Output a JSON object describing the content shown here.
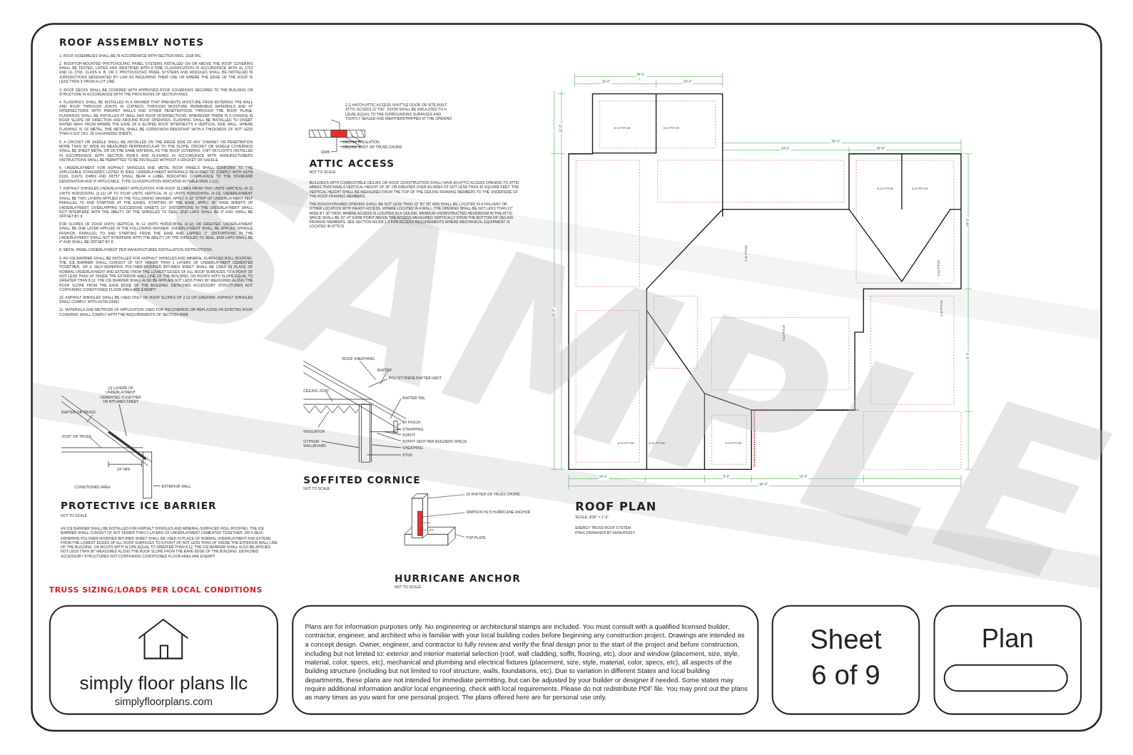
{
  "diagram": {
    "nodes": [
      {
        "text": [
          "simply floor plans llc",
          "simplyfloorplans.com"
        ]
      },
      {
        "text": [
          "Plans are for information purposes only. No engineering or architectural stamps are included. You must consult with a qualified licensed builder, contractor, engineer, and architect who is familiar with your local building codes before beginning any construction project. Drawings are intended as a concept design. Owner, engineer, and contractor to fully review and verify the final design prior to the start of the project and before construction, including but not limited to: exterior and interior material selection (roof, wall cladding, soffit, flooring, etc), door and window (placement, size, style, material, color, specs, etc), mechanical and plumbing and electrical fixtures (placement, size, style, material, color, specs, etc), all aspects of the building structure (including but not limited to roof structure, walls, foundations, etc). Due to variation in different States and local building departments, these plans are not intended for immediate permitting, but can be adjusted by your builder or designer if needed. Some states may require additional information and/or local engineering, check with local requirements. Please do not redistribute PDF file. You may print out the plans as many times as you want for one personal project. The plans offered here are for personal use only."
        ]
      },
      {
        "text": [
          "Sheet 6 of 9"
        ]
      },
      {
        "text": [
          "Plan"
        ]
      }
    ],
    "labels": [
      "ROOF ASSEMBLY NOTES",
      "1. ROOF ASSEMBLIES SHALL BE IN ACCORDANCE WITH SECTION R901, 2018 IRC.",
      "2. ROOFTOP-MOUNTED PHOTOVOLTAIC PANEL SYSTEMS INSTALLED ON OR ABOVE THE ROOF COVERING SHALL BE TESTED, LISTED AND IDENTIFIED WITH A FIRE CLASSIFICATION IN ACCORDANCE WITH UL 1703 AND UL 2703. CLASS A, B, OR C PHOTOVOLTAIC PANEL SYSTEMS AND MODULES SHALL BE INSTALLED IN JURISDICTIONS DESIGNATED BY LAW AS REQUIRING THEIR USE OR WHERE THE EDGE OF THE ROOF IS LESS THAN 3' FROM A LOT LINE.",
      "3. ROOF DECKS SHALL BE COVERED WITH APPROVED ROOF COVERINGS SECURED TO THE BUILDING OR STRUCTURE IN ACCORDANCE WITH THE PROVISIONS OF SECTION R903.",
      "4. FLASHINGS SHALL BE INSTALLED IN A MANNER THAT PREVENTS MOISTURE FROM ENTERING THE WALL AND ROOF THROUGH JOINTS IN COPINGS, THROUGH MOISTURE PERMEABLE MATERIALS AND AT INTERSECTIONS WITH PARAPET WALLS AND OTHER PENETRATIONS THROUGH THE ROOF PLANE. FLASHINGS SHALL BE INSTALLED AT WALL AND ROOF INTERSECTIONS, WHEREVER THERE IS A CHANGE IN ROOF SLOPE OR DIRECTION AND AROUND ROOF OPENINGS. FLASHING SHALL BE INSTALLED TO DIVERT WATER AWAY FROM WHERE THE EAVE OF A SLOPED ROOF INTERSECTS A VERTICAL SIDE WALL. WHERE FLASHING IS OF METAL, THE METAL SHALL BE CORROSION RESISTANT WITH A THICKNESS OF NOT LESS THAN 0.019\" (NO. 26 GALVANIZED SHEET).",
      "5. A CRICKET OR SADDLE SHALL BE INSTALLED ON THE RIDGE SIDE OF ANY CHIMNEY OR PENETRATION MORE THAN 30\" WIDE AS MEASURED PERPENDICULAR TO THE SLOPE. CRICKET OR SADDLE COVERINGS SHALL BE SHEET METAL OR OF THE SAME MATERIAL AS THE ROOF COVERING. UNIT SKYLIGHTS INSTALLED IN ACCORDANCE WITH SECTION R308.6 AND FLASHED IN ACCORDANCE WITH MANUFACTURER'S INSTRUCTIONS SHALL BE PERMITTED TO BE INSTALLED WITHOUT A CRICKET OR SADDLE.",
      "6. UNDERLAYMENT FOR ASPHALT SHINGLES AND METAL ROOF PANELS SHALL CONFORM TO THE APPLICABLE STANDARDS LISTED IN R901. UNDERLAYMENT MATERIALS REQUIRED TO COMPLY WITH ASTM D226, D1970, D4869 AND D6757 SHALL BEAR A LABEL INDICATING COMPLIANCE TO THE STANDARD DESIGNATION AND IF APPLICABLE, TYPE CLASSIFICATION INDICATED IN TABLE R905.1.1(1).",
      "7. ASPHALT SHINGLES UNDERLAYMENT APPLICATION: FOR ROOF SLOPES FROM TWO UNITS VERTICAL IN 12 UNITS HORIZONTAL (2:12) UP TO FOUR UNITS VERTICAL IN 12 UNITS HORIZONTAL (4:12), UNDERLAYMENT SHALL BE TWO LAYERS APPLIED IN THE FOLLOWING MANNER: APPLY A 19\" STRIP OF UNDERLAYMENT FELT PARALLEL TO AND STARTING AT THE EAVES. STARTING AT THE EAVE, APPLY 36\" WIDE SHEETS OF UNDERLAYMENT, OVERLAPPING SUCCESSIVE SHEETS 19\". DISTORTIONS IN THE UNDERLAYMENT SHALL NOT INTERFERE WITH THE ABILITY OF THE SHINGLES TO SEAL. END LAPS SHALL BE 4\" AND SHALL BE OFFSET BY 6'.",
      "FOR SLOPES OF FOUR UNITS VERTICAL IN 12 UNITS HORIZONTAL (4:12) OR GREATER, UNDERLAYMENT SHALL BE ONE LAYER APPLIED IN THE FOLLOWING MANNER. UNDERLAYMENT SHALL BE APPLIED SHINGLE FASHION, PARALLEL TO AND STARTING FROM THE EAVE AND LAPPED 2\". DISTORTIONS IN THE UNDERLAYMENT SHALL NOT INTERFERE WITH THE ABILITY OF THE SHINGLES TO SEAL. END LAPS SHALL BE 4\" AND SHALL BE OFFSET BY 6'.",
      "8. METAL PANEL UNDERLAYMENT PER MANUFACTURES INSTALLATION INSTRUCTIONS.",
      "9. AN ICE BARRIER SHALL BE INSTALLED FOR ASPHALT SHINGLES AND MINERAL-SURFACED ROLL ROOFING. THE ICE BARRIER SHALL CONSIST OF NOT FEWER THAN 2 LAYERS OF UNDERLAYMENT CEMENTED TOGETHER, OR A SELF-ADHERING POLYMER-MODIFIED BITUMEN SHEET SHALL BE USED IN PLACE OF NORMAL UNDERLAYMENT AND EXTEND FROM THE LOWEST EDGES OF ALL ROOF SURFACES TO A POINT OF NOT LESS THAN 24\" INSIDE THE EXTERIOR WALL LINE OF THE BUILDING. ON ROOFS WITH SLOPE EQUAL TO GREATER THAN 8:12, THE ICE BARRIER SHALL ALSO BE APPLIED NOT LESS THAN 36\" MEASURED ALONG THE ROOF SLOPE FROM THE EAVE EDGE OF THE BUILDING. DETACHED ACCESSORY STRUCTURES NOT CONTAINING CONDITIONED FLOOR AREA ARE EXEMPT.",
      "10. ASPHALT SHINGLES SHALL BE USED ONLY ON ROOF SLOPES OF 2:12 OR GREATER. ASPHALT SHINGLES SHALL COMPLY WITH ASTM D3462.",
      "11. MATERIALS AND METHODS OF APPLICATION USED FOR RECOVERING OR REPLACING AN EXISTING ROOF COVERING SHALL COMPLY WITH THE REQUIREMENTS OF SECTION R908.",
      "2'-2 HATCH ATTIC ACCESS SHUTTLE DOOR OR SITE BUILT ATTIC ACCESS 22\"X30\". DOOR SHALL BE INSULATED TO A LEVEL EQUAL TO THE SURROUNDING SURFACES AND TIGHTLY SEALED AND WEATHERSTRIPPED AT THE OPENING",
      "CEILING INSULATION",
      "CEILING JOIST OR TRUSS CHORD",
      "GWB",
      "ATTIC ACCESS",
      "NOT TO SCALE",
      "BUILDINGS WITH COMBUSTIBLE CEILING OR ROOF CONSTRUCTION SHALL HAVE AN ATTIC ACCESS OPENING TO ATTIC AREAS THAT HAVE A VERTICAL HEIGHT OF 30\" OR GREATER OVER AN AREA OF NOT LESS THAN 30 SQUARE FEET. THE VERTICAL HEIGHT SHALL BE MEASURED FROM THE TOP OF THE CEILING FRAMING MEMBERS TO THE UNDERSIDE OF THE ROOF FRAMING MEMBERS.",
      "THE ROUGH-FRAMED OPENING SHALL BE NOT LESS THAN 22\" BY 30\" AND SHALL BE LOCATED IN A HALLWAY OR OTHER LOCATION WITH READY ACCESS. WHERE LOCATED IN A WALL, THE OPENING SHALL BE NOT LESS THAN 22\" WIDE BY 30\" HIGH. WHERE ACCESS IS LOCATED IN A CEILING, MINIMUM UNOBSTRUCTED HEADROOM IN THE ATTIC SPACE SHALL BE 30\" AT SOME POINT ABOVE THE ACCESS MEASURED VERTICALLY FROM THE BOTTOM OF CEILING FRAMING MEMBERS. SEE SECTION M1305.1.3 FOR ACCESS REQUIREMENTS WHERE MECHANICAL EQUIPMENT IS LOCATED IN ATTICS.",
      "ROOF SHEATHING",
      "RAFTER",
      "POLYSTYRENE RAFTER-VENT",
      "CEILING JOIST",
      "RAFTER TAIL",
      "1X FASCIA",
      "STRAPPING",
      "SOFFIT",
      "SOFFIT VENT PER BUILDERS SPECS.",
      "SHEATHING",
      "STUD",
      "INSULATION",
      "GYPSUM WALLBOARD",
      "SOFFITED CORNICE",
      "NOT TO SCALE",
      "(2) LAYERS OF UNDERLAYMENT CEMENTED TOGETHER OR BITUMEN SHEET",
      "RAFTER OR TRUSS",
      "JOIST OR TRUSS",
      "24\" MIN",
      "CONDITIONED AREA",
      "EXTERIOR WALL",
      "PROTECTIVE ICE BARRIER",
      "NOT TO SCALE",
      "AN ICE BARRIER SHALL BE INSTALLED FOR ASPHALT SHINGLES AND MINERAL-SURFACED ROLL ROOFING. THE ICE BARRIER SHALL CONSIST OF NOT FEWER THAN 2 LAYERS OF UNDERLAYMENT CEMENTED TOGETHER, OR A SELF-ADHERING POLYMER-MODIFIED BITUMEN SHEET SHALL BE USED IN PLACE OF NORMAL UNDERLAYMENT AND EXTEND FROM THE LOWEST EDGES OF ALL ROOF SURFACES TO A POINT OF NOT LESS THAN 24\" INSIDE THE EXTERIOR WALL LINE OF THE BUILDING. ON ROOFS WITH SLOPE EQUAL TO GREATER THAN 8:12, THE ICE BARRIER SHALL ALSO BE APPLIED NOT LESS THAN 36\" MEASURED ALONG THE ROOF SLOPE FROM THE EAVE EDGE OF THE BUILDING. DETACHED ACCESSORY STRUCTURES NOT CONTAINING CONDITIONED FLOOR AREA ARE EXEMPT.",
      "2X RAFTER OR TRUSS CHORD",
      "SIMPSON H2.5 HURRICANE ANCHOR",
      "TOP PLATE",
      "HURRICANE ANCHOR",
      "NOT TO SCALE",
      "TRUSS SIZING/LOADS PER LOCAL CONDITIONS",
      "ROOF PLAN",
      "SCALE: 3/16\" = 1'-0\"",
      "ENERGY TRUSS ROOF SYSTEM",
      "FINAL DRAWINGS BY MANUF/DIST",
      "6:12 PITCH",
      "6:12 PITCH",
      "6:12 PITCH",
      "6:12 PITCH",
      "6:12 PITCH",
      "6:12 PITCH",
      "6:12 PITCH",
      "6:12 PITCH",
      "6:12 PITCH",
      "6:12 PITCH",
      "6:12 PITCH",
      "34'-0\"",
      "10'-0\"",
      "26'-0\"",
      "60'-0\"",
      "24'-0\"",
      "16'-8\"",
      "34'-0\"",
      "6'-0\"",
      "16'-0\"",
      "64'-0\"",
      "92'-0\"",
      "15'-0\"",
      "24'-0\"",
      "9'-0\"",
      "SAMPLE"
    ]
  }
}
